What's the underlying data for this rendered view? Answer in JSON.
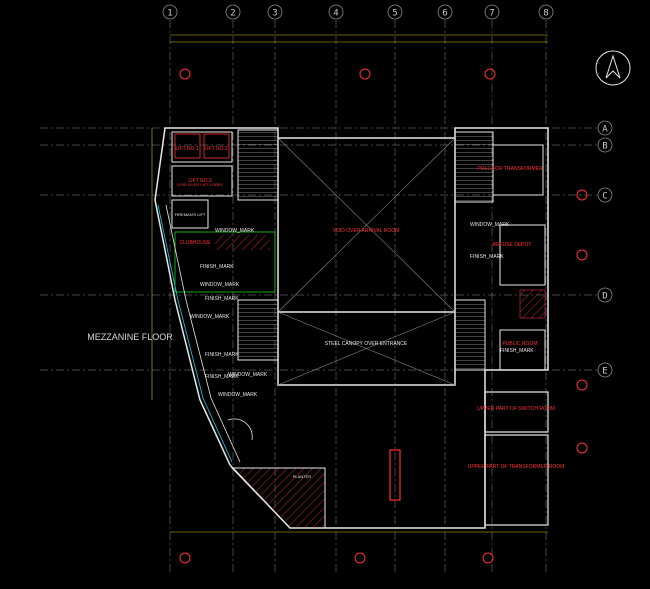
{
  "grid": {
    "columns": [
      "1",
      "2",
      "3",
      "4",
      "5",
      "6",
      "7",
      "8"
    ],
    "rows": [
      "A",
      "B",
      "C",
      "D",
      "E"
    ]
  },
  "floor_label": "MEZZANINE FLOOR",
  "rooms": {
    "lift_1": "LIFT NO.1",
    "lift_2": "LIFT NO.2",
    "lift_3": "LIFT NO.3",
    "lift_4": "LIFT NO.4",
    "lift_lobby": "VOID OVER LIFT LOBBY",
    "firemans_lift": "FIREMAN'S LIFT",
    "clubhouse": "CLUBHOUSE",
    "void_hall": "VOID OVER ARRIVAL ROOM",
    "canopy": "STEEL CANOPY OVER ENTRANCE",
    "depot": "REFUSE DEPOT",
    "transformer": "POLE FOR TRANSFORMER",
    "upper_switch": "UPPER PART OF SWITCH ROOM",
    "upper_transformer": "UPPER PART OF TRANSFORMER ROOM",
    "planter": "PLANTER",
    "public_room": "PUBLIC ROOM"
  },
  "tags": {
    "window_mark": "WINDOW_MARK",
    "finish_mark": "FINISH_MARK"
  },
  "colors": {
    "background": "#000000",
    "grid_line": "#8a8a8a",
    "wall": "#e8e8e8",
    "room_text": "#ff3030",
    "hatch": "#b02040",
    "dim": "#c8c800",
    "green": "#20d020",
    "cyan": "#20c8e8"
  }
}
